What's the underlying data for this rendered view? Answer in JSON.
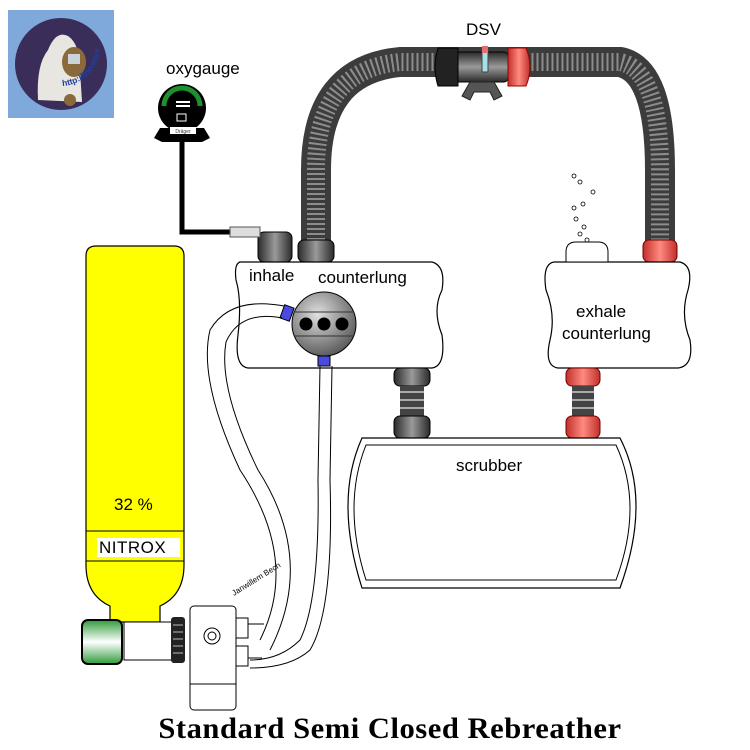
{
  "diagram": {
    "title": "Standard Semi Closed Rebreather",
    "logo": {
      "url_text": "http://therebreathersite.nl",
      "icon": "diver-helmet-icon"
    },
    "labels": {
      "oxygauge": "oxygauge",
      "dsv": "DSV",
      "inhale_counterlung_1": "inhale",
      "inhale_counterlung_2": "counterlung",
      "exhale_counterlung_1": "exhale",
      "exhale_counterlung_2": "counterlung",
      "scrubber": "scrubber",
      "cylinder_percent": "32 %",
      "cylinder_gas": "NITROX",
      "gauge_brand": "Dräger",
      "author": "Janwillem Bech"
    },
    "colors": {
      "cylinder": "#ffff00",
      "valve_green": "#2f9a3a",
      "hose_gray": "#5a5a5a",
      "exhale_red": "#e8443c",
      "connector_blue": "#4a4ae0",
      "logo_bg": "#7fa9da",
      "gauge_green": "#1f8f2f"
    }
  }
}
